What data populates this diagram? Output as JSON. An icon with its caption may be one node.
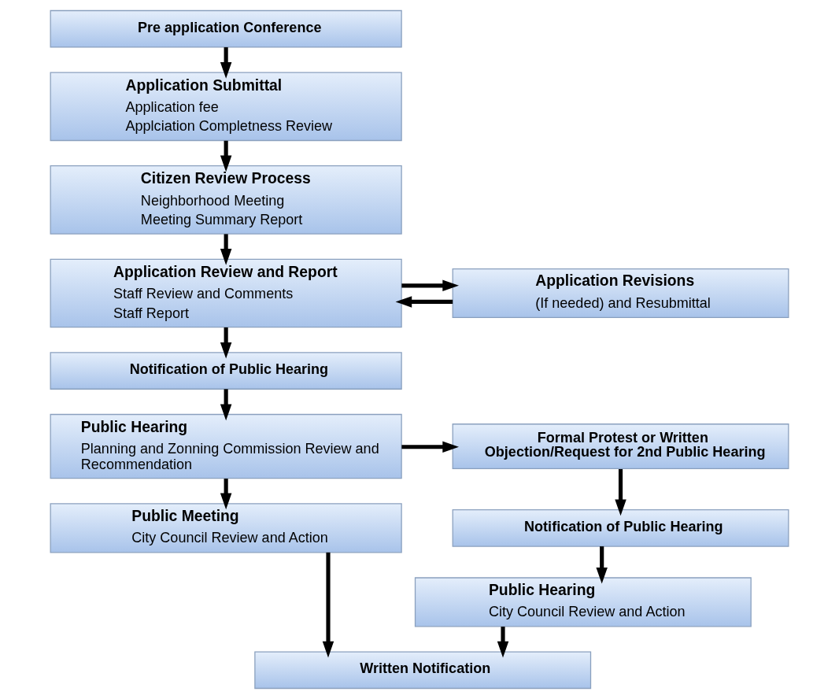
{
  "diagram": {
    "nodes": [
      {
        "text": [
          "Pre application Conference"
        ]
      },
      {
        "text": [
          "Application Submittal",
          "Application fee",
          "Applciation Completness Review"
        ]
      },
      {
        "text": [
          "Citizen Review Process",
          "Neighborhood Meeting",
          "Meeting Summary Report"
        ]
      },
      {
        "text": [
          "Application Review and Report",
          "Staff Review and Comments",
          "Staff Report"
        ]
      },
      {
        "text": [
          "Application Revisions",
          "(If needed) and Resubmittal"
        ]
      },
      {
        "text": [
          "Notification of Public Hearing"
        ]
      },
      {
        "text": [
          "Public Hearing",
          "Planning and Zonning Commission Review and Recommendation"
        ]
      },
      {
        "text": [
          "Formal Protest or Written Objection/Request for 2nd Public Hearing"
        ]
      },
      {
        "text": [
          "Public Meeting",
          "City Council Review and Action"
        ]
      },
      {
        "text": [
          "Notification of Public Hearing"
        ]
      },
      {
        "text": [
          "Public Hearing",
          "City Council Review and Action"
        ]
      },
      {
        "text": [
          "Written Notification"
        ]
      }
    ],
    "edges": [
      {
        "from": 0,
        "to": 1,
        "arrow": "to"
      },
      {
        "from": 1,
        "to": 2,
        "arrow": "to"
      },
      {
        "from": 2,
        "to": 3,
        "arrow": "to"
      },
      {
        "from": 3,
        "to": 4,
        "arrow": "to"
      },
      {
        "from": 4,
        "to": 3,
        "arrow": "to"
      },
      {
        "from": 3,
        "to": 5,
        "arrow": "to"
      },
      {
        "from": 5,
        "to": 6,
        "arrow": "to"
      },
      {
        "from": 6,
        "to": 7,
        "arrow": "to"
      },
      {
        "from": 6,
        "to": 8,
        "arrow": "to"
      },
      {
        "from": 7,
        "to": 9,
        "arrow": "to"
      },
      {
        "from": 9,
        "to": 10,
        "arrow": "to"
      },
      {
        "from": 8,
        "to": 11,
        "arrow": "to"
      },
      {
        "from": 10,
        "to": 11,
        "arrow": "to"
      }
    ]
  }
}
